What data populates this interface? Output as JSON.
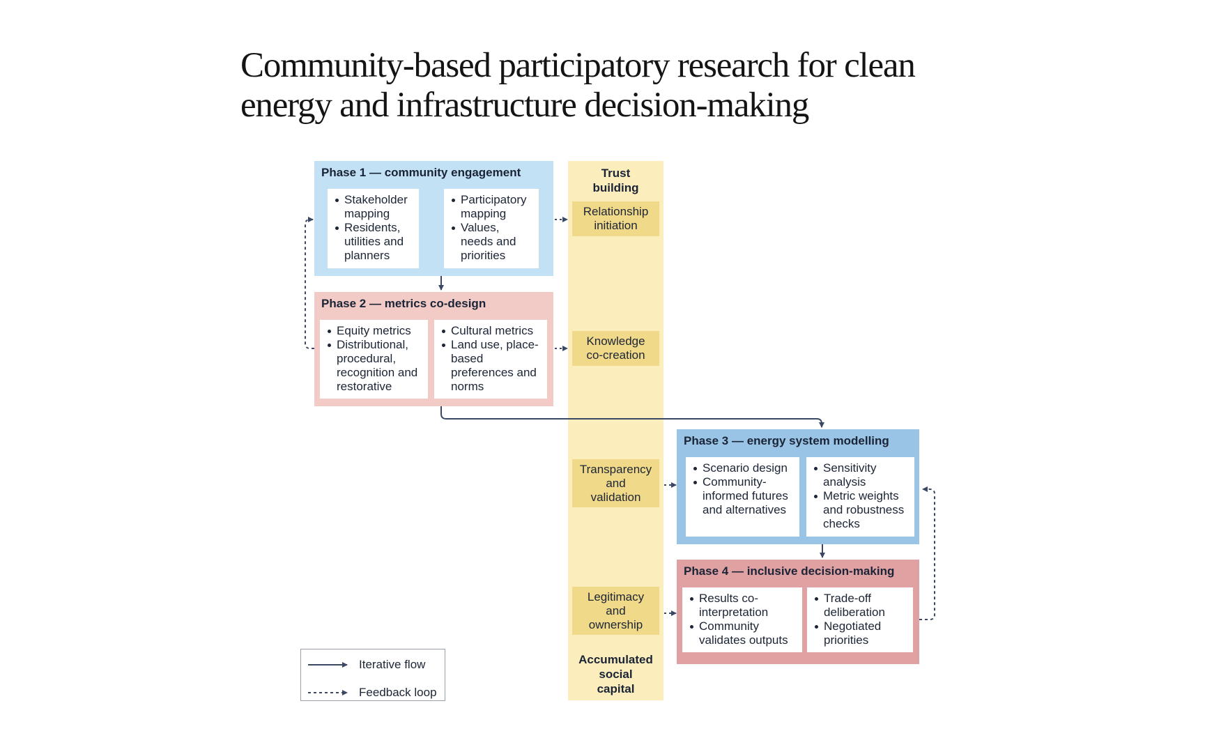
{
  "title_lines": [
    "Community-based participatory research for clean",
    "energy and infrastructure decision-making"
  ],
  "colors": {
    "phase1": "#c2e1f4",
    "phase2": "#f3cbc6",
    "phase3": "#99c4e6",
    "phase4": "#e0a1a2",
    "trust_column": "#fbeebc",
    "trust_tag": "#f1d98a",
    "arrow": "#3a4863"
  },
  "phases": {
    "p1": {
      "title": "Phase 1 — community engagement",
      "left_items": [
        "Stakeholder mapping",
        "Residents, utilities and planners"
      ],
      "right_items": [
        "Participatory mapping",
        "Values, needs and priorities"
      ]
    },
    "p2": {
      "title": "Phase 2 — metrics co-design",
      "left_items": [
        "Equity metrics",
        "Distributional, procedural, recognition and restorative"
      ],
      "right_items": [
        "Cultural metrics",
        "Land use, place-based preferences and norms"
      ]
    },
    "p3": {
      "title": "Phase 3 — energy system modelling",
      "left_items": [
        "Scenario design",
        "Community-informed futures and alternatives"
      ],
      "right_items": [
        "Sensitivity analysis",
        "Metric weights and robustness checks"
      ]
    },
    "p4": {
      "title": "Phase 4 — inclusive decision-making",
      "left_items": [
        "Results co-interpretation",
        "Community validates outputs"
      ],
      "right_items": [
        "Trade-off deliberation",
        "Negotiated priorities"
      ]
    }
  },
  "trust": {
    "heading": [
      "Trust",
      "building"
    ],
    "tags": [
      [
        "Relationship",
        "initiation"
      ],
      [
        "Knowledge",
        "co-creation"
      ],
      [
        "Transparency",
        "and",
        "validation"
      ],
      [
        "Legitimacy",
        "and",
        "ownership"
      ]
    ],
    "footer": [
      "Accumulated",
      "social",
      "capital"
    ]
  },
  "legend": {
    "iterative": "Iterative flow",
    "feedback": "Feedback loop"
  }
}
